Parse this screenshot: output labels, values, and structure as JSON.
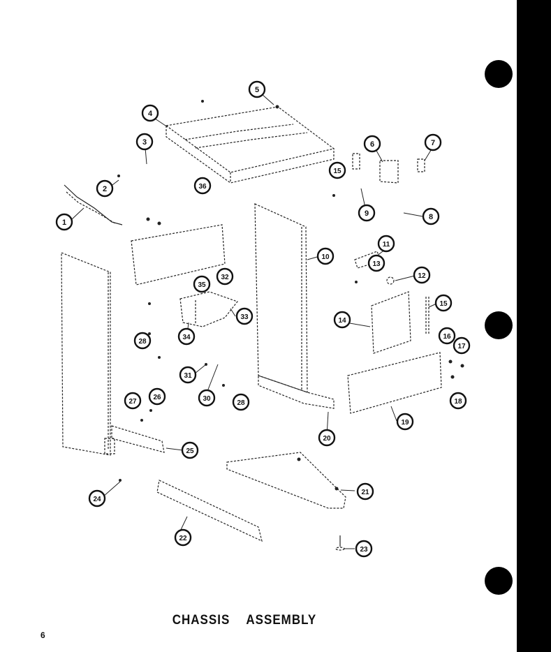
{
  "caption": "CHASSIS ASSEMBLY",
  "page_number": "6",
  "colors": {
    "ink": "#111111",
    "paper": "#ffffff",
    "bar": "#000000"
  },
  "callouts": [
    "1",
    "2",
    "3",
    "4",
    "5",
    "6",
    "7",
    "8",
    "9",
    "10",
    "11",
    "12",
    "13",
    "14",
    "15",
    "15",
    "16",
    "17",
    "18",
    "19",
    "20",
    "21",
    "22",
    "23",
    "24",
    "25",
    "26",
    "27",
    "28",
    "28",
    "30",
    "31",
    "32",
    "33",
    "34",
    "35",
    "36"
  ]
}
